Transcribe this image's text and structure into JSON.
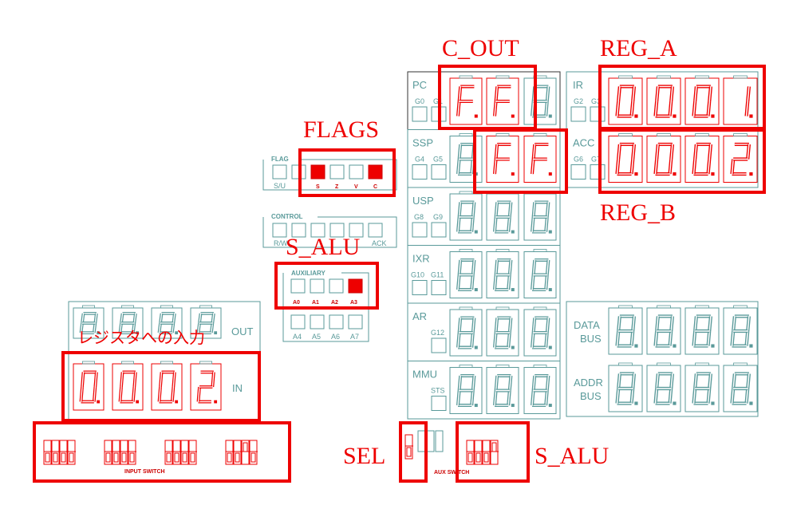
{
  "panel": {
    "flags_title": "FLAG",
    "flags_labels": [
      "S/U",
      "",
      "S",
      "Z",
      "V",
      "C"
    ],
    "flags_on": [
      false,
      false,
      true,
      false,
      false,
      true
    ],
    "control_title": "CONTROL",
    "control_labels": [
      "R/W",
      "",
      "",
      "",
      "",
      "ACK"
    ],
    "aux_title": "AUXILIARY",
    "aux_labels_top": [
      "A0",
      "A1",
      "A2",
      "A3"
    ],
    "aux_top_on": [
      false,
      false,
      false,
      true
    ],
    "aux_labels_bottom": [
      "A4",
      "A5",
      "A6",
      "A7"
    ],
    "out_label": "OUT",
    "in_label": "IN",
    "in_digits": [
      "0.",
      "0.",
      "0.",
      "2."
    ],
    "input_switch_label": "INPUT   SWITCH",
    "aux_switch_label": "AUX SWITCH",
    "registers": [
      {
        "name": "PC",
        "g1": "G0",
        "g2": "G1",
        "digits": [
          "F.",
          "F.",
          "8."
        ],
        "lit": [
          true,
          true,
          false
        ]
      },
      {
        "name": "SSP",
        "g1": "G4",
        "g2": "G5",
        "digits": [
          "8.",
          "F.",
          "F."
        ],
        "lit": [
          false,
          true,
          true
        ]
      },
      {
        "name": "USP",
        "g1": "G8",
        "g2": "G9",
        "digits": [
          "8.",
          "8.",
          "8."
        ],
        "lit": [
          false,
          false,
          false
        ]
      },
      {
        "name": "IXR",
        "g1": "G10",
        "g2": "G11",
        "digits": [
          "8.",
          "8.",
          "8."
        ],
        "lit": [
          false,
          false,
          false
        ]
      },
      {
        "name": "AR",
        "g1": "",
        "g2": "G12",
        "digits": [
          "8.",
          "8.",
          "8."
        ],
        "lit": [
          false,
          false,
          false
        ]
      },
      {
        "name": "MMU",
        "g1": "",
        "g2": "STS",
        "digits": [
          "8.",
          "8.",
          "8."
        ],
        "lit": [
          false,
          false,
          false
        ]
      }
    ],
    "right_registers": [
      {
        "name": "IR",
        "g1": "G2",
        "g2": "G3",
        "digits": [
          "0.",
          "0.",
          "0.",
          "1."
        ],
        "lit": true
      },
      {
        "name": "ACC",
        "g1": "G6",
        "g2": "G7",
        "digits": [
          "0.",
          "0.",
          "0.",
          "2."
        ],
        "lit": true
      }
    ],
    "bus_registers": [
      {
        "name1": "DATA",
        "name2": "BUS",
        "digits": [
          "8.",
          "8.",
          "8.",
          "8."
        ]
      },
      {
        "name1": "ADDR",
        "name2": "BUS",
        "digits": [
          "8.",
          "8.",
          "8.",
          "8."
        ]
      }
    ]
  },
  "annotations": {
    "c_out": "C_OUT",
    "reg_a": "REG_A",
    "reg_b": "REG_B",
    "flags": "FLAGS",
    "s_alu_aux": "S_ALU",
    "register_input": "レジスタへの入力",
    "sel": "SEL",
    "s_alu_switch": "S_ALU"
  },
  "colors": {
    "panel_line": "#5a9a9a",
    "segment_lit": "#ee0000",
    "annotation_box": "#ee0000",
    "indicator_on": "#ee0000"
  }
}
